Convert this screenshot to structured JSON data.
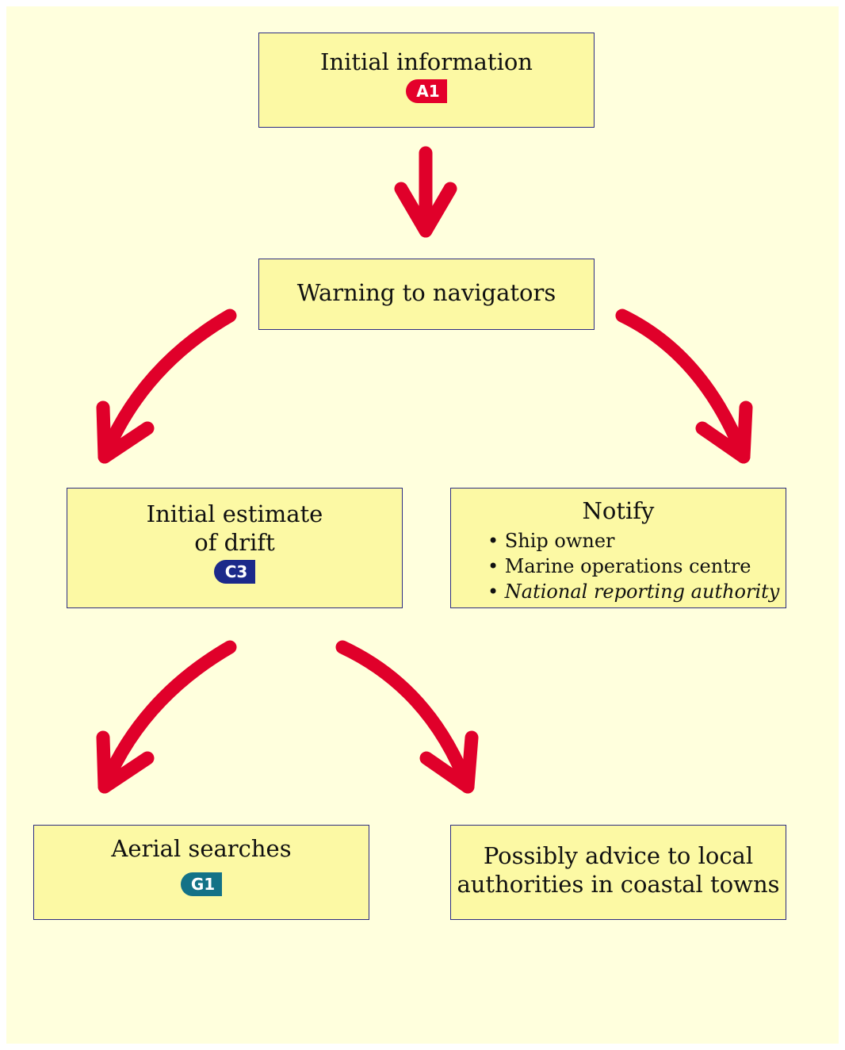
{
  "colors": {
    "background": "#ffffdd",
    "box_fill": "#fcf9a4",
    "box_border": "#2d2d80",
    "arrow": "#e0002a",
    "badge_a": "#e4002b",
    "badge_c": "#1c2a8a",
    "badge_g": "#137287"
  },
  "nodes": {
    "initial_information": {
      "label": "Initial information",
      "badge": "A1"
    },
    "warning": {
      "label": "Warning to navigators"
    },
    "estimate": {
      "label_line1": "Initial estimate",
      "label_line2": "of drift",
      "badge": "C3"
    },
    "notify": {
      "label": "Notify",
      "items": [
        "Ship owner",
        "Marine operations centre",
        "National reporting authority"
      ]
    },
    "aerial": {
      "label": "Aerial searches",
      "badge": "G1"
    },
    "advice": {
      "label_line1": "Possibly advice to local",
      "label_line2": "authorities in coastal towns"
    }
  },
  "edges": [
    {
      "from": "Initial information",
      "to": "Warning to navigators"
    },
    {
      "from": "Warning to navigators",
      "to": "Initial estimate of drift"
    },
    {
      "from": "Warning to navigators",
      "to": "Notify"
    },
    {
      "from": "Initial estimate of drift",
      "to": "Aerial searches"
    },
    {
      "from": "Initial estimate of drift",
      "to": "Possibly advice to local authorities in coastal towns"
    }
  ]
}
